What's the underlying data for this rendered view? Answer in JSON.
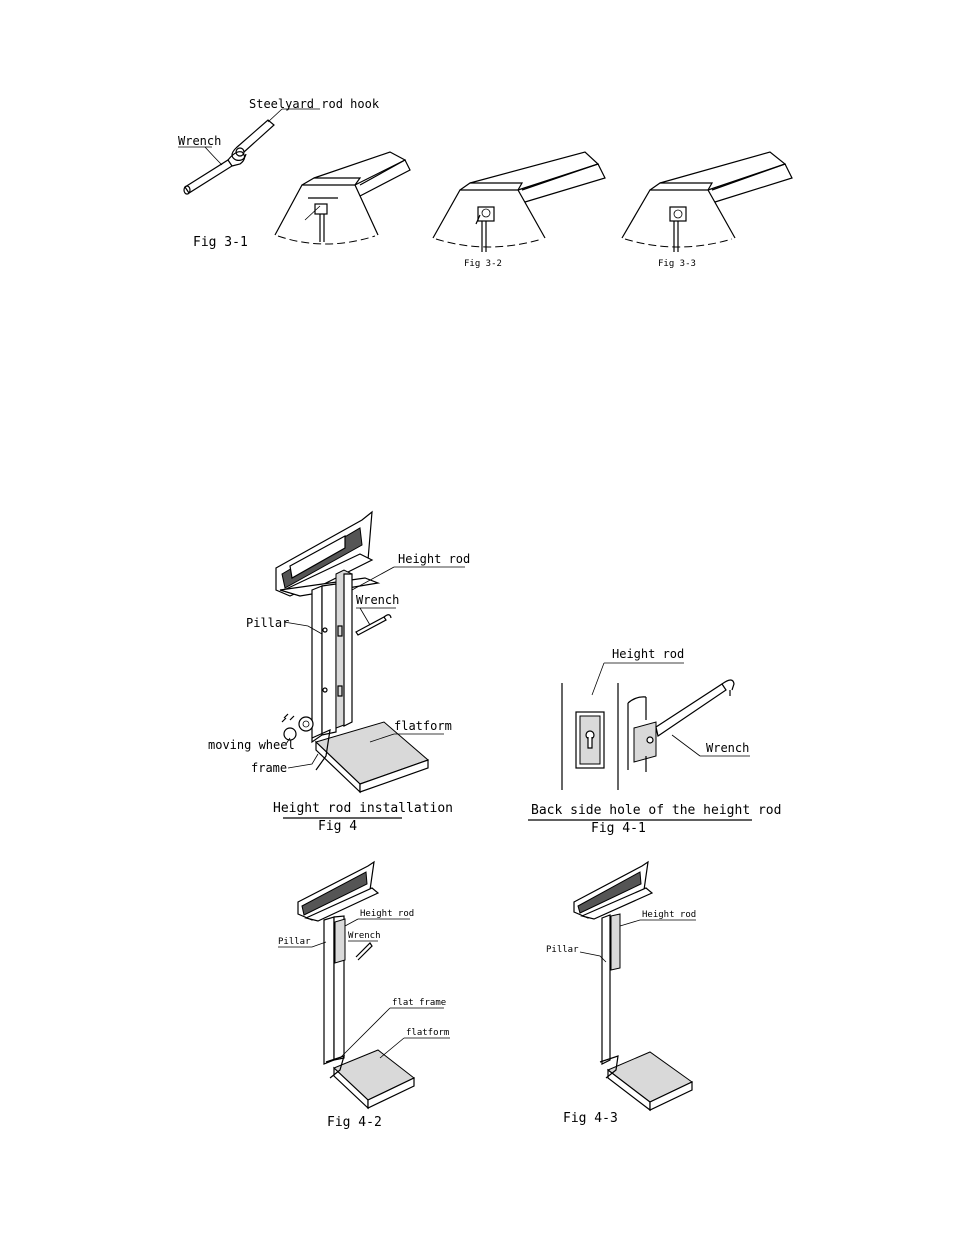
{
  "fig3": {
    "label_hook": "Steelyard rod hook",
    "label_wrench": "Wrench",
    "caption_1": "Fig 3-1",
    "caption_2": "Fig 3-2",
    "caption_3": "Fig 3-3"
  },
  "fig4": {
    "label_height_rod": "Height rod",
    "label_wrench": "Wrench",
    "label_pillar": "Pillar",
    "label_flatform": "flatform",
    "label_moving_wheel": "moving wheel",
    "label_frame": "frame",
    "title": "Height rod installation",
    "caption": "Fig 4"
  },
  "fig4_1": {
    "label_height_rod": "Height rod",
    "label_wrench": "Wrench",
    "title": "Back side hole of the height rod",
    "caption": "Fig 4-1"
  },
  "fig4_2": {
    "label_height_rod": "Height rod",
    "label_pillar": "Pillar",
    "label_wrench": "Wrench",
    "label_flat_frame": "flat frame",
    "label_flatform": "flatform",
    "caption": "Fig 4-2"
  },
  "fig4_3": {
    "label_height_rod": "Height rod",
    "label_pillar": "Pillar",
    "caption": "Fig 4-3"
  }
}
